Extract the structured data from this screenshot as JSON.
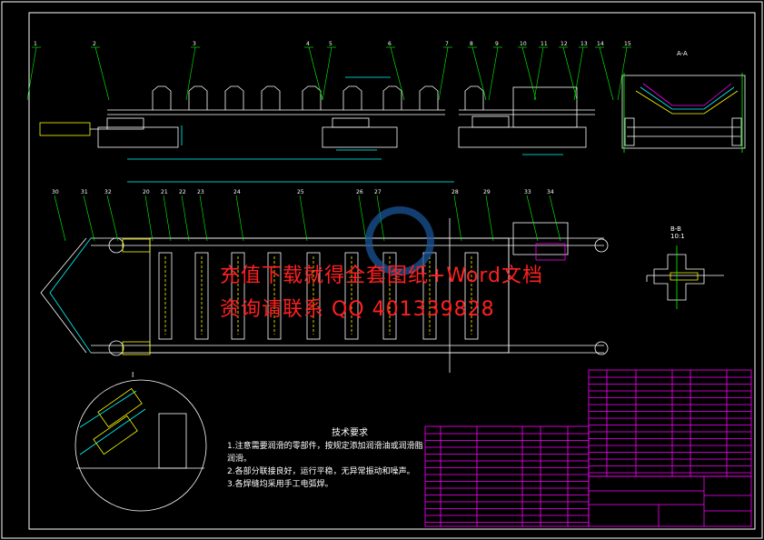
{
  "tech_title": "技术要求",
  "tech_lines": [
    "1.注意需要润滑的零部件，按规定添加润滑油或润滑脂",
    "   润滑。",
    "2.各部分联接良好，运行平稳，无异常振动和噪声。",
    "3.各焊缝均采用手工电弧焊。"
  ],
  "watermark_1": "充值下载就得全套图纸+Word文档",
  "watermark_2": "资询请联系 QQ 401339828",
  "view_aa": "A-A",
  "view_bb": "B-B",
  "scale_bb": "10:1",
  "view_i": "I",
  "top_numbers": [
    "1",
    "2",
    "3",
    "4",
    "5",
    "6",
    "7",
    "8",
    "9",
    "10",
    "11",
    "12",
    "13",
    "14",
    "15"
  ],
  "mid_numbers": [
    "20",
    "21",
    "22",
    "23",
    "24",
    "25",
    "26",
    "27",
    "28",
    "29"
  ],
  "left_numbers": [
    "30",
    "31",
    "32",
    "33",
    "34"
  ],
  "colors": {
    "outline": "#ffffff",
    "leader": "#00ff00",
    "dim": "#00ffff",
    "parts": "#ffff00",
    "table": "#ff00ff",
    "watermark": "#ff2020"
  }
}
